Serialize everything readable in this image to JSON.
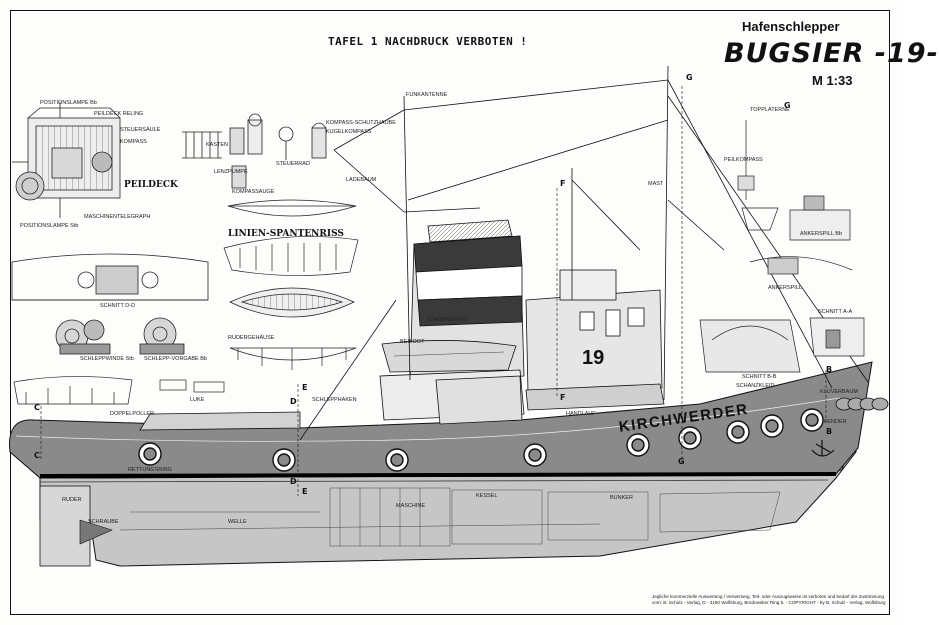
{
  "header": {
    "sheet_title": "TAFEL 1   NACHDRUCK VERBOTEN !",
    "vessel_type": "Hafenschlepper",
    "vessel_name": "BUGSIER -19-",
    "scale": "M 1:33"
  },
  "hull": {
    "name": "KIRCHWERDER",
    "number": "19"
  },
  "sections": {
    "peildeck": "PEILDECK",
    "linien_spantenriss": "LINIEN-SPANTENRISS"
  },
  "section_marks": [
    "G",
    "F",
    "E",
    "D",
    "C",
    "B",
    "G",
    "G",
    "F",
    "E",
    "D",
    "C",
    "B"
  ],
  "labels": {
    "positionslampe_bb": "POSITIONSLAMPE Bb",
    "peilkompass": "PEILDECK RELING",
    "steuersaeule": "STEUERSÄULE",
    "kompass": "KOMPASS",
    "maschinentelegraph": "MASCHINENTELEGRAPH",
    "positionslampe_stb": "POSITIONSLAMPE Stb",
    "kompass_schutzhaube": "KOMPASS-SCHUTZHAUBE",
    "kugelkompass": "KUGELKOMPASS",
    "steuerrad": "STEUERRAD",
    "kasten": "KASTEN",
    "lenzpumpe": "LENZPUMPE",
    "kompassauge": "KOMPASSAUGE",
    "schnitt_dd": "SCHNITT D-D",
    "schleppwinde_stb": "SCHLEPPWINDE Stb",
    "schleppwinde_bb": "SCHLEPP-VORGABE Bb",
    "rudergehaeuse": "RUDERGEHÄUSE",
    "topplaterne": "TOPPLATERNE",
    "funkantenne": "FUNKANTENNE",
    "ankerspill": "ANKERSPILL",
    "maschine": "MASCHINE",
    "kessel": "KESSEL",
    "bunker": "BUNKER",
    "welle": "WELLE",
    "ruder": "RUDER",
    "schraube": "SCHRAUBE",
    "schlepphaken": "SCHLEPPHAKEN",
    "handlauf": "HANDLAUF",
    "fender": "FENDER",
    "schanzkleid": "SCHANZKLEID",
    "schornstein": "SCHORNSTEIN",
    "bugspriet": "KLÜVERBAUM",
    "schnitt_aa": "SCHNITT A-A",
    "schnitt_bb": "SCHNITT B-B",
    "beiboot": "BEIBOOT",
    "poller": "DOPPELPOLLER",
    "luke": "LUKE",
    "ankerspill_bb": "ANKERSPILL Bb",
    "peilkompass2": "PEILKOMPASS",
    "mast": "MAST",
    "ladebaum": "LADEBAUM",
    "rettungsring": "RETTUNGSRING"
  },
  "footer": {
    "notice": "Jegliche kommerzielle Auswertung / Verwertung, Teil- oder Auszugsweise ist verboten und bedarf der Zustimmung vom: B. Schulz - Verlag, D - 3180 Wolfsburg, Brodowsker Ring 5. - COPYRIGHT - by B. Schulz - Verlag, Wolfsburg"
  },
  "colors": {
    "paper": "#fdfdfb",
    "ink": "#111111",
    "hull_grey": "#8a8a8a",
    "hull_light": "#c4c4c4",
    "superstructure": "#e9e9e9",
    "funnel_dark": "#3a3a3a"
  }
}
